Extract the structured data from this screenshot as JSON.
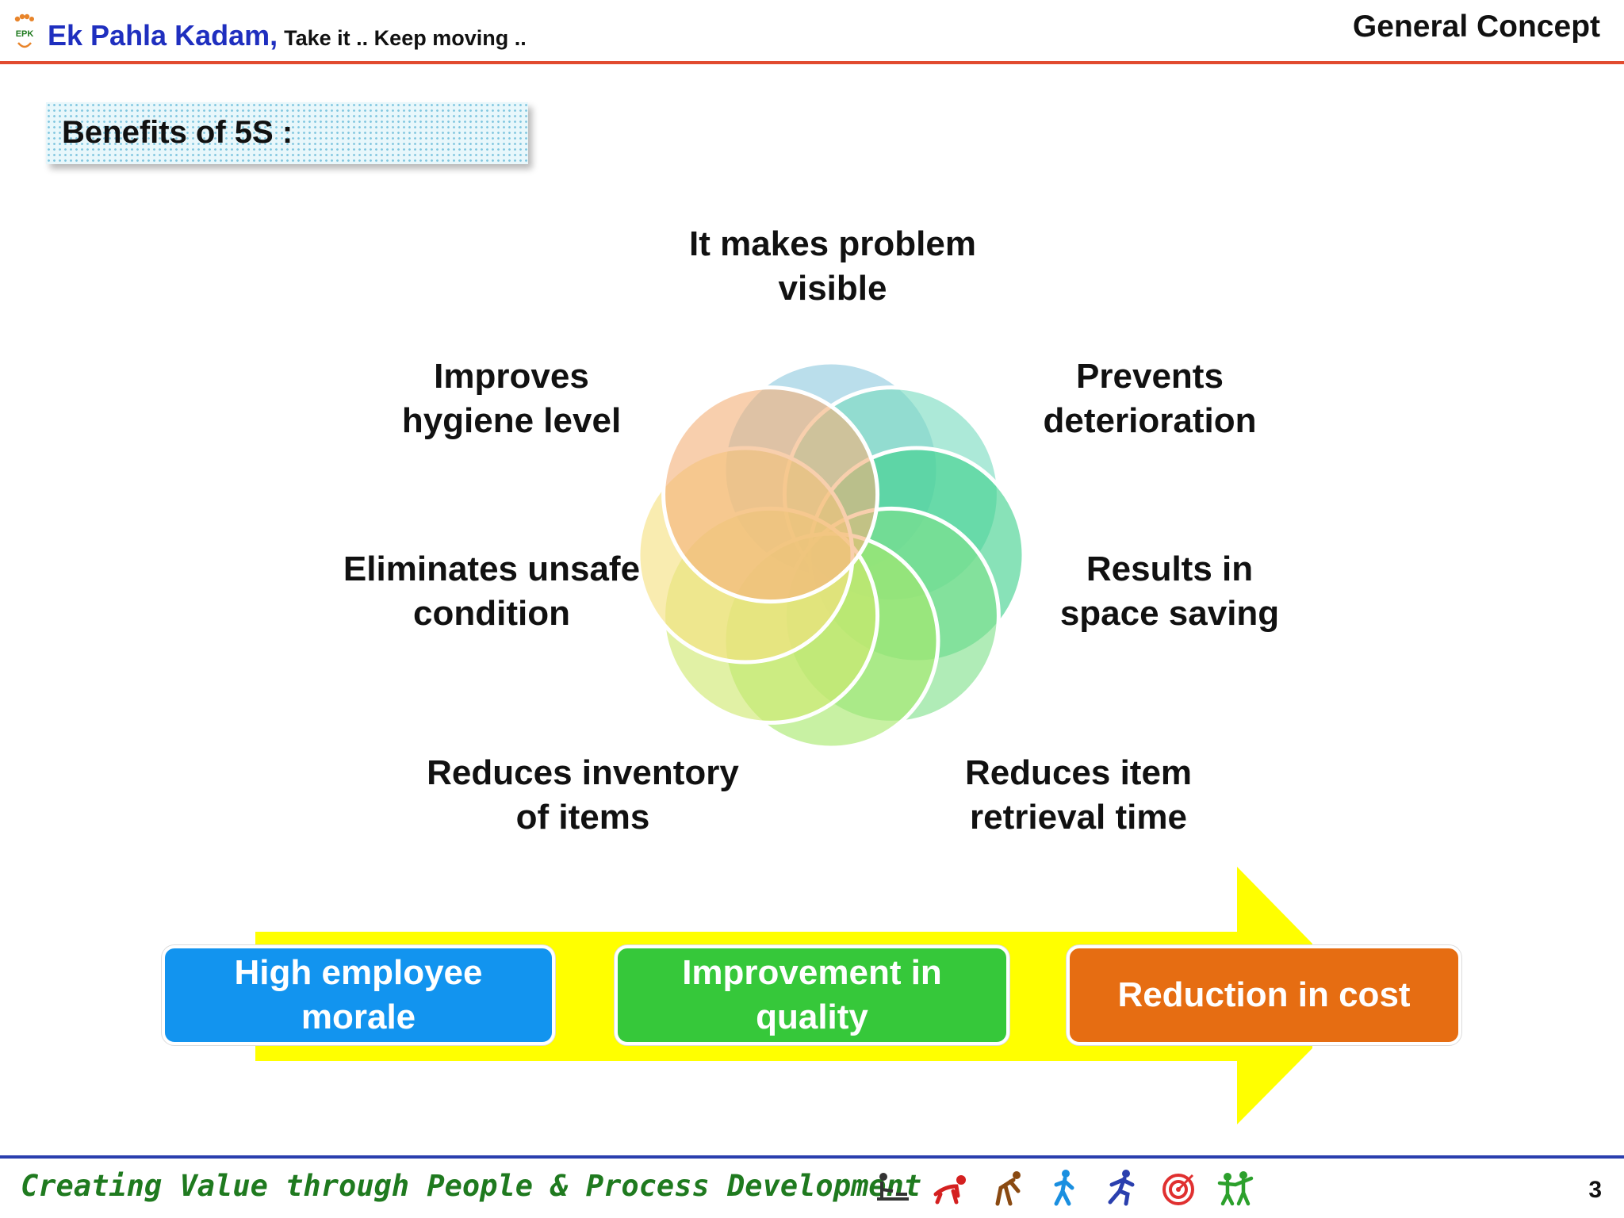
{
  "header": {
    "logo_text": "EPK",
    "brand_name": "Ek Pahla Kadam,",
    "tagline": "Take it ..  Keep moving ..",
    "section_title": "General Concept"
  },
  "title_box": {
    "label": "Benefits of 5S :"
  },
  "diagram": {
    "labels": [
      {
        "id": "top",
        "text": "It makes problem\nvisible"
      },
      {
        "id": "top-left",
        "text": "Improves\nhygiene level"
      },
      {
        "id": "top-right",
        "text": "Prevents\ndeterioration"
      },
      {
        "id": "mid-left",
        "text": "Eliminates unsafe\ncondition"
      },
      {
        "id": "mid-right",
        "text": "Results in\nspace saving"
      },
      {
        "id": "bottom-left",
        "text": "Reduces inventory\nof items"
      },
      {
        "id": "bottom-right",
        "text": "Reduces item\nretrieval time"
      }
    ],
    "petal_colors": [
      "#8fc9de",
      "#79dcc0",
      "#3fd08d",
      "#7fe08a",
      "#a6e86a",
      "#cfe86e",
      "#f5e07f",
      "#f3b27a"
    ]
  },
  "outcomes": [
    {
      "text": "High employee\nmorale",
      "color": "#1294ef"
    },
    {
      "text": "Improvement in\nquality",
      "color": "#36c83a"
    },
    {
      "text": "Reduction in cost",
      "color": "#e66d12"
    }
  ],
  "arrow_color": "#ffff00",
  "footer": {
    "slogan": "Creating Value through People & Process Development",
    "icons": [
      "baby-crib-icon",
      "crawling-baby-icon",
      "stooping-person-icon",
      "walking-person-icon",
      "running-person-icon",
      "target-icon",
      "team-celebrate-icon"
    ],
    "page_number": "3"
  }
}
